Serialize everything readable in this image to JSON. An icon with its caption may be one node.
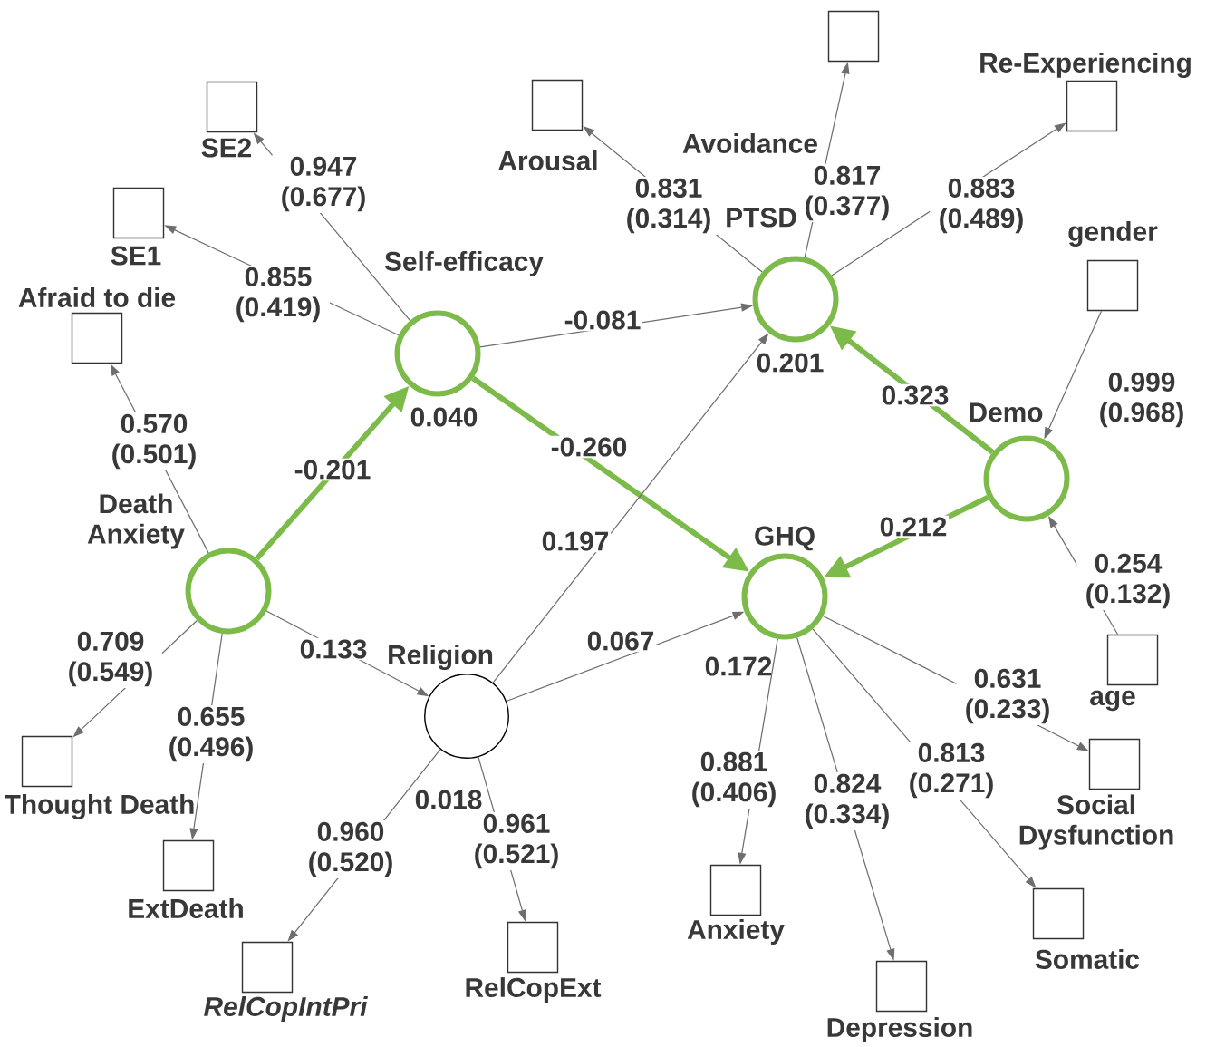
{
  "diagram": {
    "nodes": [
      {
        "text": [
          "Self-efficacy"
        ],
        "beside": [
          "0.040"
        ]
      },
      {
        "text": [
          "PTSD"
        ],
        "beside": [
          "0.201"
        ]
      },
      {
        "text": [
          "Demo"
        ]
      },
      {
        "text": [
          "Death Anxiety"
        ]
      },
      {
        "text": [
          "GHQ"
        ],
        "beside": [
          "0.172"
        ]
      },
      {
        "text": [
          "Religion"
        ],
        "beside": [
          "0.018"
        ]
      },
      {
        "text": [
          "SE2"
        ]
      },
      {
        "text": [
          "SE1"
        ]
      },
      {
        "text": [
          "Afraid to die"
        ]
      },
      {
        "text": [
          "Arousal"
        ]
      },
      {
        "text": [
          "Avoidance"
        ]
      },
      {
        "text": [
          "Re-Experiencing"
        ]
      },
      {
        "text": [
          "gender"
        ]
      },
      {
        "text": [
          "age"
        ]
      },
      {
        "text": [
          "Thought Death"
        ]
      },
      {
        "text": [
          "ExtDeath"
        ]
      },
      {
        "text": [
          "RelCopIntPri"
        ]
      },
      {
        "text": [
          "RelCopExt"
        ]
      },
      {
        "text": [
          "Anxiety"
        ]
      },
      {
        "text": [
          "Depression"
        ]
      },
      {
        "text": [
          "Social Dysfunction"
        ]
      },
      {
        "text": [
          "Somatic"
        ]
      }
    ],
    "edges": [
      {
        "from": 0,
        "to": 6,
        "arrow": "to",
        "label": "0.947 (0.677)"
      },
      {
        "from": 0,
        "to": 7,
        "arrow": "to",
        "label": "0.855 (0.419)"
      },
      {
        "from": 0,
        "to": 1,
        "arrow": "to",
        "label": "-0.081"
      },
      {
        "from": 0,
        "to": 4,
        "arrow": "to",
        "label": "-0.260",
        "style": "thick",
        "color": "#7cba4a"
      },
      {
        "from": 3,
        "to": 0,
        "arrow": "to",
        "label": "-0.201",
        "style": "thick",
        "color": "#7cba4a"
      },
      {
        "from": 3,
        "to": 8,
        "arrow": "to",
        "label": "0.570 (0.501)"
      },
      {
        "from": 3,
        "to": 14,
        "arrow": "to",
        "label": "0.709 (0.549)"
      },
      {
        "from": 3,
        "to": 15,
        "arrow": "to",
        "label": "0.655 (0.496)"
      },
      {
        "from": 3,
        "to": 5,
        "arrow": "to",
        "label": "0.133"
      },
      {
        "from": 5,
        "to": 1,
        "arrow": "to",
        "label": "0.197"
      },
      {
        "from": 5,
        "to": 4,
        "arrow": "to",
        "label": "0.067"
      },
      {
        "from": 5,
        "to": 16,
        "arrow": "to",
        "label": "0.960 (0.520)"
      },
      {
        "from": 5,
        "to": 17,
        "arrow": "to",
        "label": "0.961 (0.521)"
      },
      {
        "from": 1,
        "to": 9,
        "arrow": "to",
        "label": "0.831 (0.314)"
      },
      {
        "from": 1,
        "to": 10,
        "arrow": "to",
        "label": "0.817 (0.377)"
      },
      {
        "from": 1,
        "to": 11,
        "arrow": "to",
        "label": "0.883 (0.489)"
      },
      {
        "from": 2,
        "to": 1,
        "arrow": "to",
        "label": "0.323",
        "style": "thick",
        "color": "#7cba4a"
      },
      {
        "from": 2,
        "to": 4,
        "arrow": "to",
        "label": "0.212",
        "style": "thick",
        "color": "#7cba4a"
      },
      {
        "from": 12,
        "to": 2,
        "arrow": "to",
        "label": "0.999 (0.968)"
      },
      {
        "from": 13,
        "to": 2,
        "arrow": "to",
        "label": "0.254 (0.132)"
      },
      {
        "from": 4,
        "to": 18,
        "arrow": "to",
        "label": "0.881 (0.406)"
      },
      {
        "from": 4,
        "to": 19,
        "arrow": "to",
        "label": "0.824 (0.334)"
      },
      {
        "from": 4,
        "to": 21,
        "arrow": "to",
        "label": "0.813 (0.271)"
      },
      {
        "from": 4,
        "to": 20,
        "arrow": "to",
        "label": "0.631 (0.233)"
      }
    ]
  }
}
